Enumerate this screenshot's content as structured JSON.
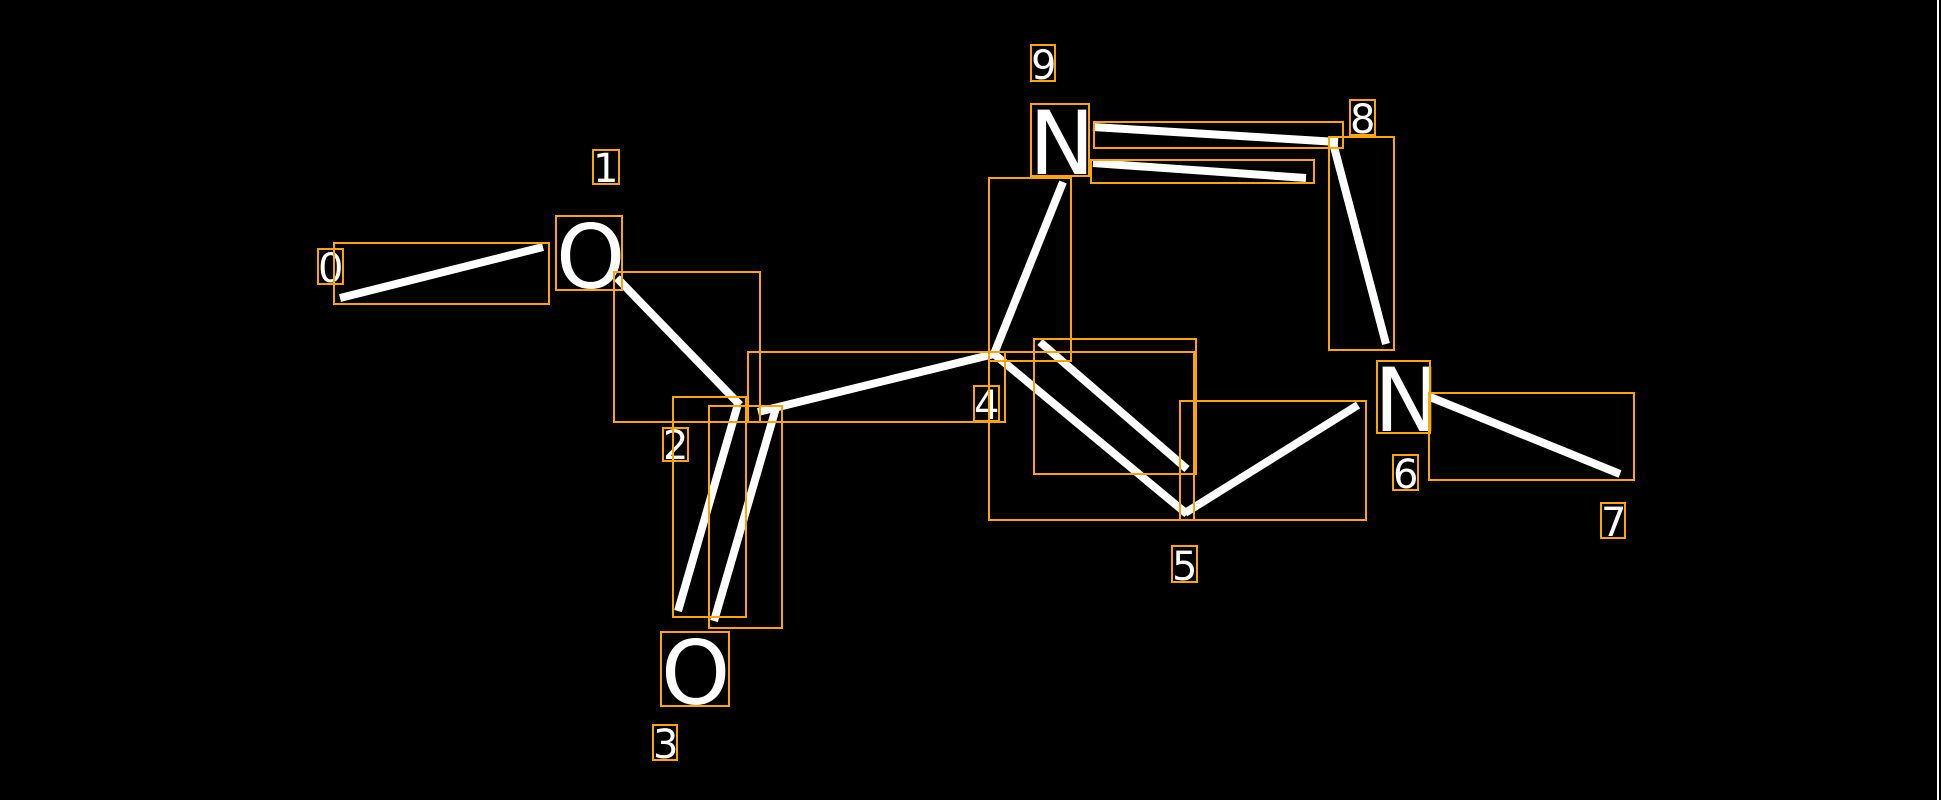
{
  "colors": {
    "background": "#000000",
    "bond": "#ffffff",
    "box": "#FFA500"
  },
  "atoms": {
    "o1": "O",
    "o3": "O",
    "n9": "N",
    "n6": "N"
  },
  "indices": [
    "0",
    "1",
    "2",
    "3",
    "4",
    "5",
    "6",
    "7",
    "8",
    "9"
  ]
}
